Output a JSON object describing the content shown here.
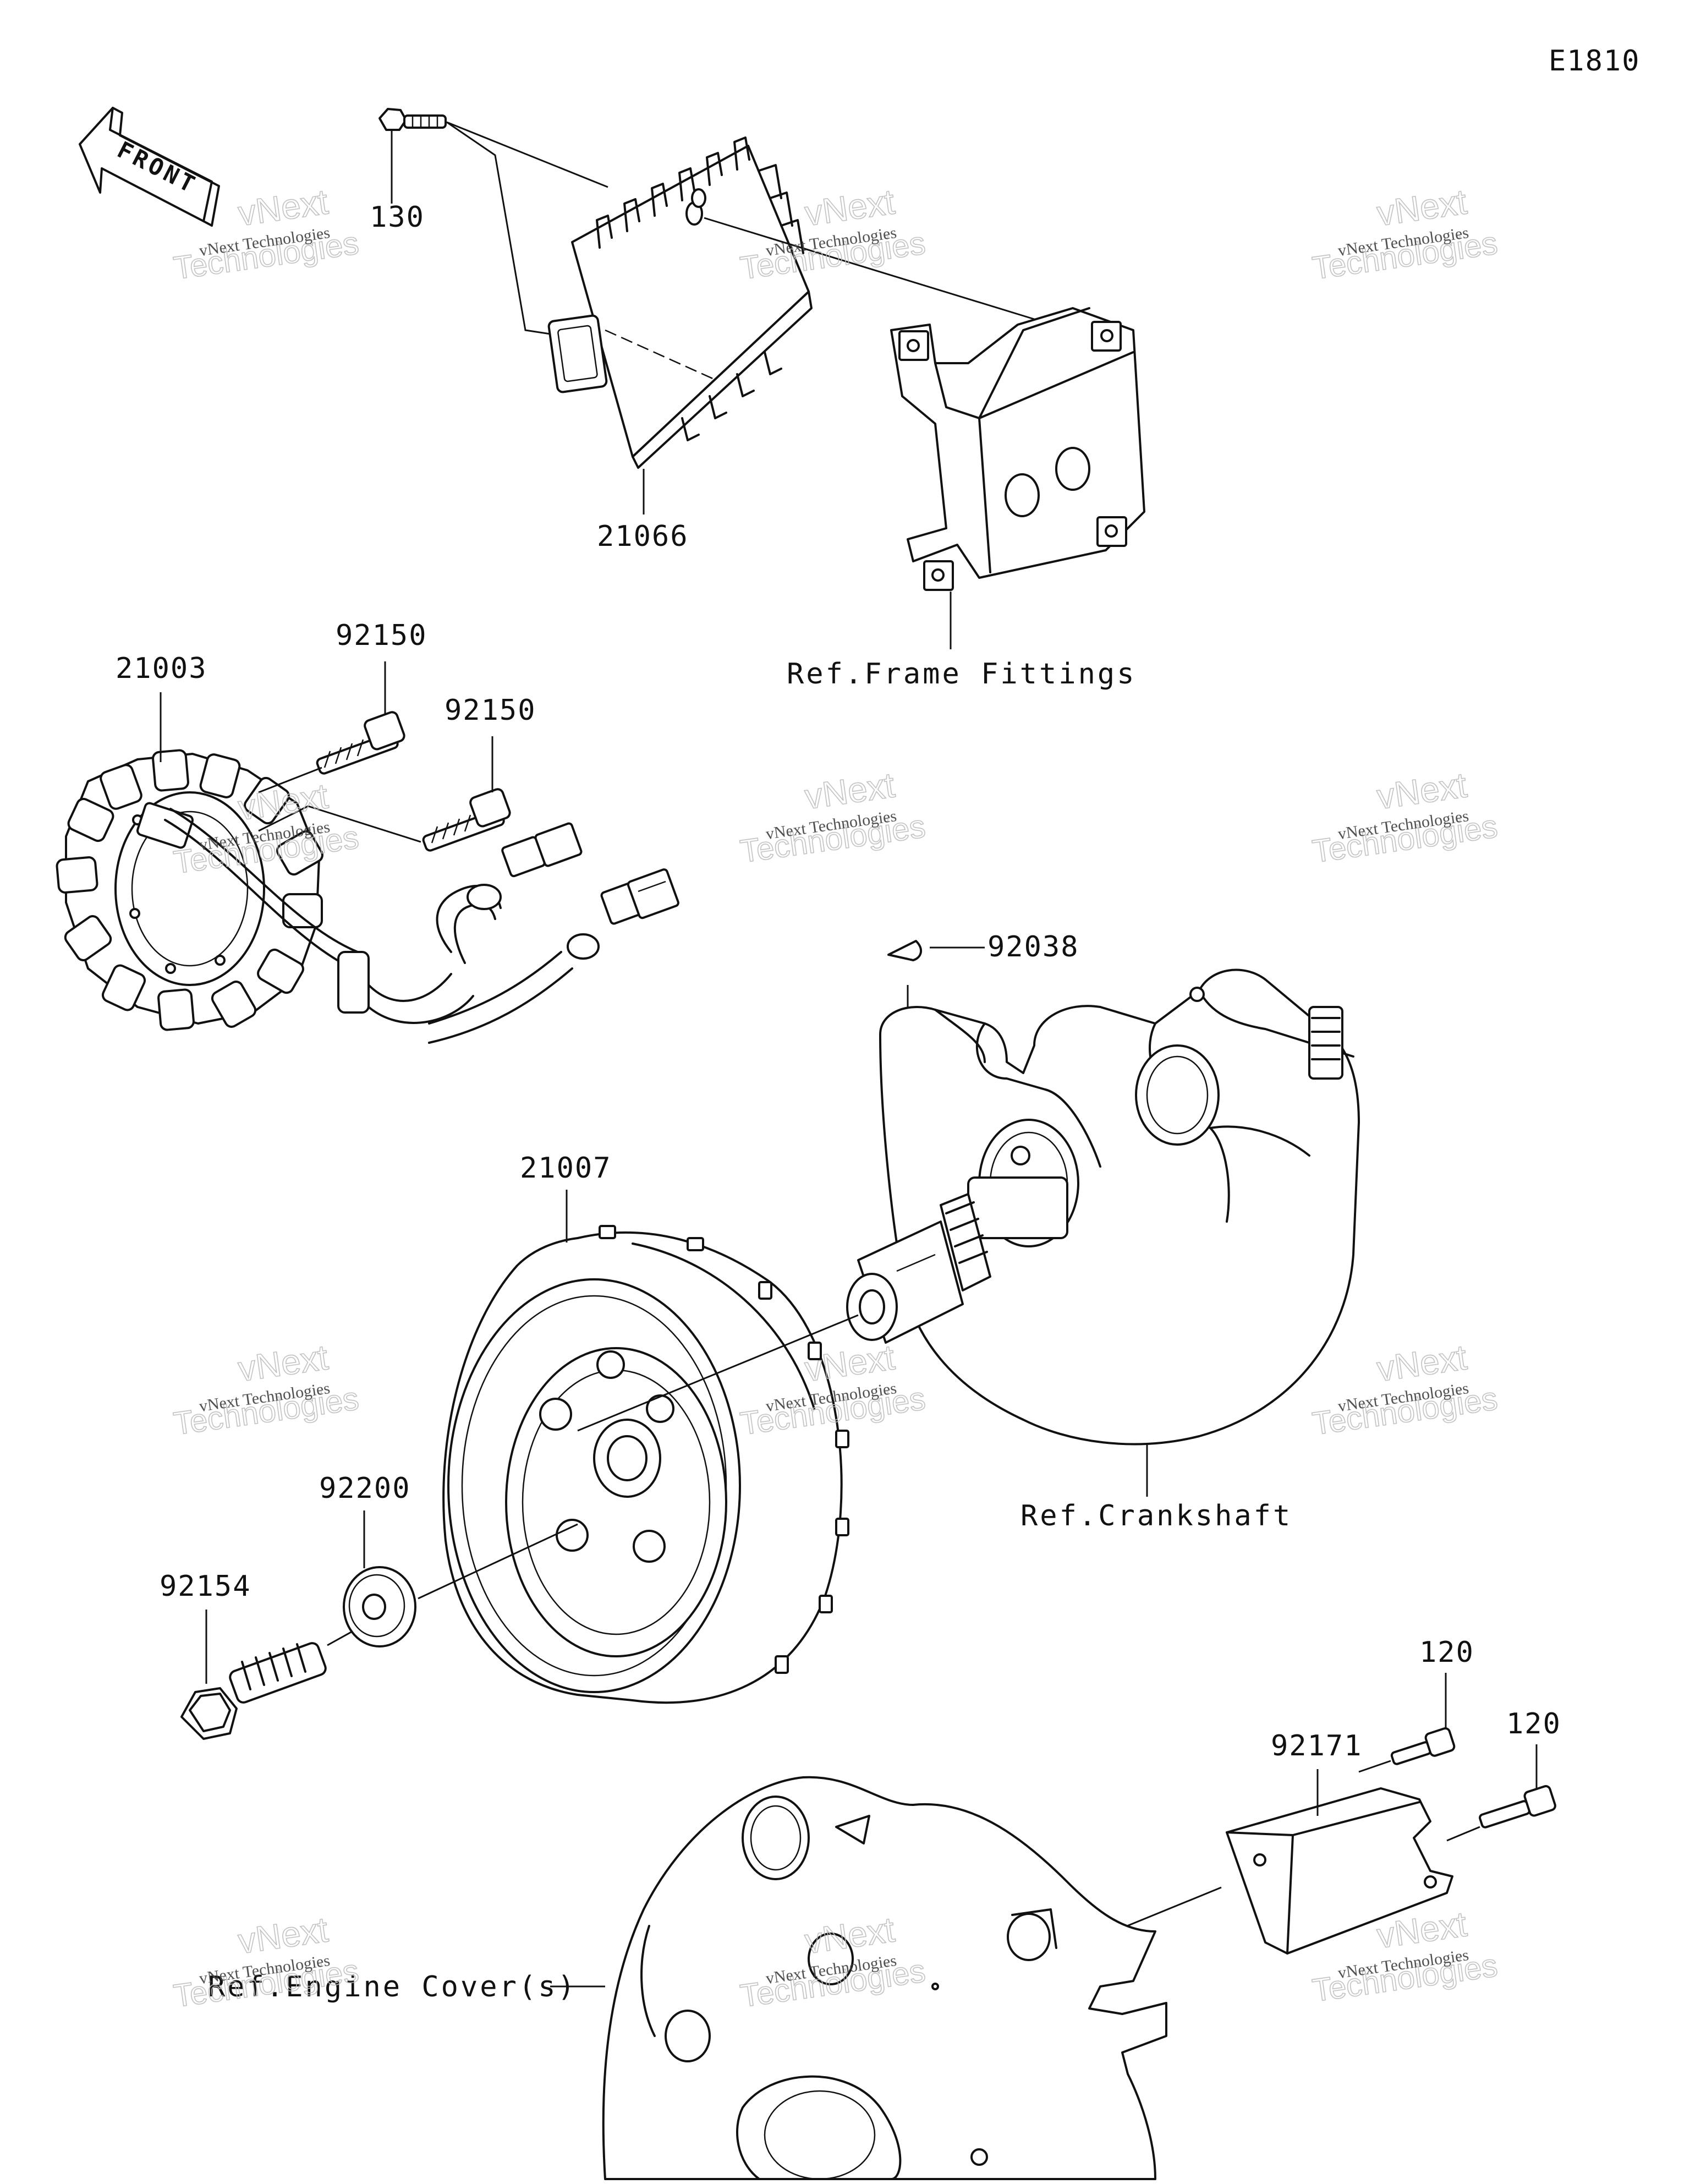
{
  "diagram_code": "E1810",
  "front_arrow_label": "FRONT",
  "parts": {
    "p130": "130",
    "p21066": "21066",
    "p92150a": "92150",
    "p92150b": "92150",
    "p21003": "21003",
    "p92038": "92038",
    "p21007": "21007",
    "p92200": "92200",
    "p92154": "92154",
    "p120a": "120",
    "p120b": "120",
    "p92171": "92171"
  },
  "references": {
    "frame_fittings": "Ref.Frame Fittings",
    "crankshaft": "Ref.Crankshaft",
    "engine_cover": "Ref.Engine Cover(s)"
  },
  "watermark": {
    "line1": "vNext Technologies",
    "line2": "vNext",
    "line3": "Technologies"
  }
}
